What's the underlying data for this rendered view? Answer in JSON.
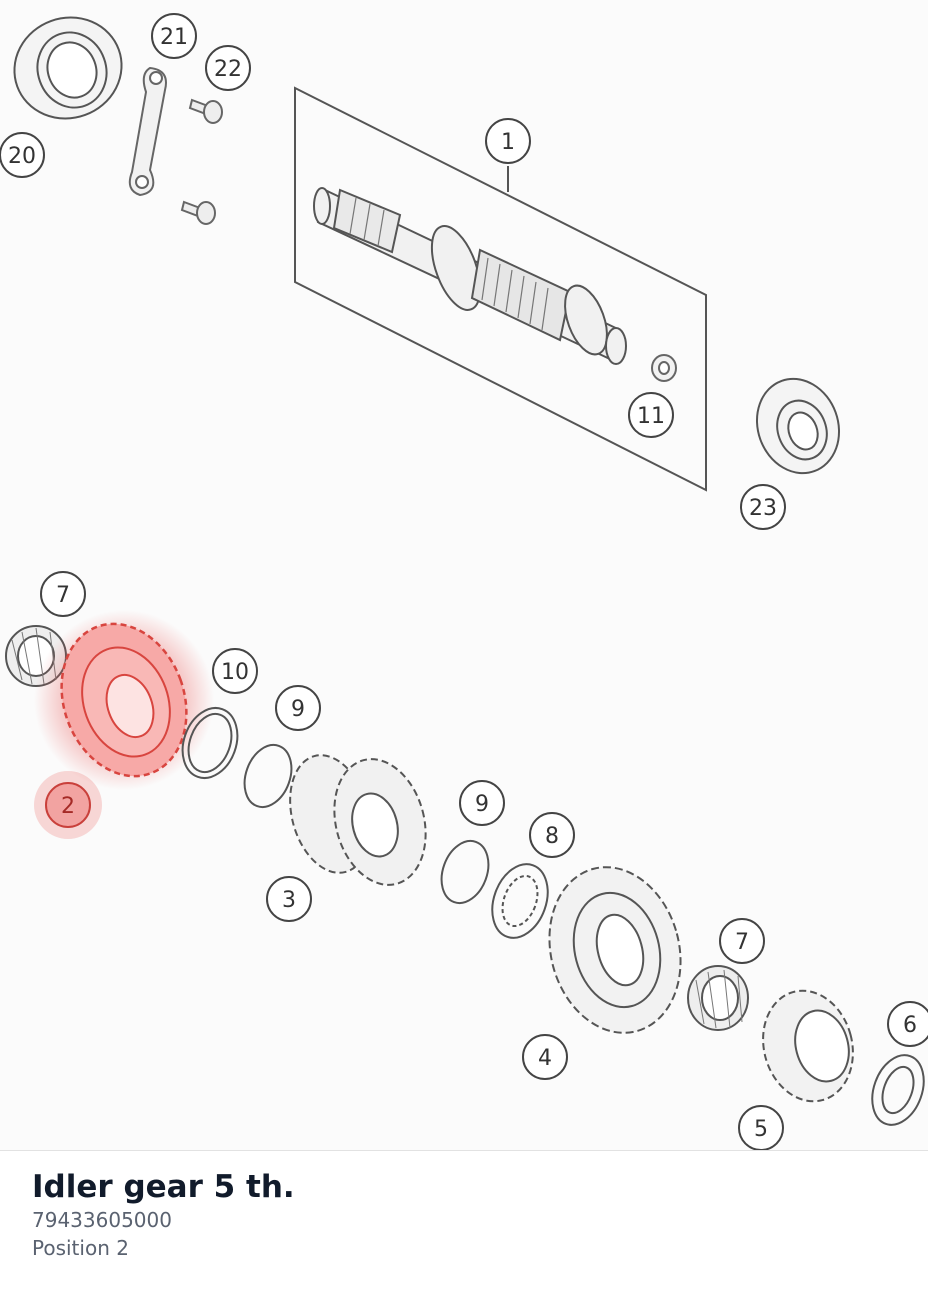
{
  "diagram": {
    "callouts": [
      {
        "label": "1",
        "highlighted": false
      },
      {
        "label": "20",
        "highlighted": false
      },
      {
        "label": "21",
        "highlighted": false
      },
      {
        "label": "22",
        "highlighted": false
      },
      {
        "label": "11",
        "highlighted": false
      },
      {
        "label": "23",
        "highlighted": false
      },
      {
        "label": "7",
        "highlighted": false
      },
      {
        "label": "2",
        "highlighted": true
      },
      {
        "label": "10",
        "highlighted": false
      },
      {
        "label": "9",
        "highlighted": false
      },
      {
        "label": "3",
        "highlighted": false
      },
      {
        "label": "9",
        "highlighted": false
      },
      {
        "label": "8",
        "highlighted": false
      },
      {
        "label": "4",
        "highlighted": false
      },
      {
        "label": "7",
        "highlighted": false
      },
      {
        "label": "6",
        "highlighted": false
      },
      {
        "label": "5",
        "highlighted": false
      }
    ],
    "highlight_color": "#e8514f",
    "line_color": "#555555"
  },
  "part": {
    "name": "Idler gear 5 th.",
    "number": "79433605000",
    "position": "Position 2"
  }
}
